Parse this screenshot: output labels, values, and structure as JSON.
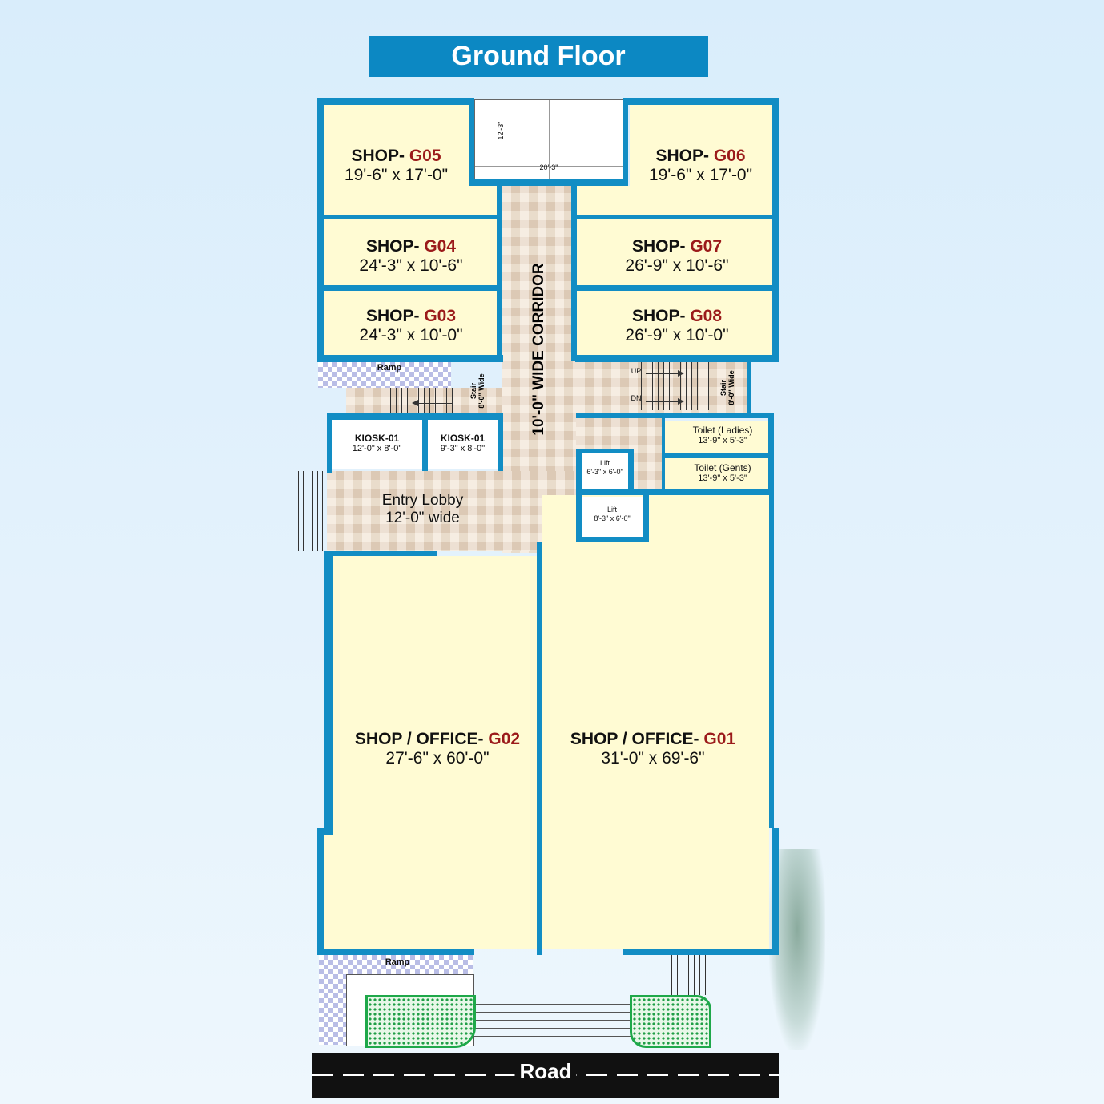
{
  "title": "Ground Floor",
  "rooms": {
    "g05": {
      "prefix": "SHOP- ",
      "code": "G05",
      "dim": "19'-6\" x 17'-0\""
    },
    "g06": {
      "prefix": "SHOP- ",
      "code": "G06",
      "dim": "19'-6\" x 17'-0\""
    },
    "g04": {
      "prefix": "SHOP- ",
      "code": "G04",
      "dim": "24'-3\" x 10'-6\""
    },
    "g07": {
      "prefix": "SHOP- ",
      "code": "G07",
      "dim": "26'-9\" x 10'-6\""
    },
    "g03": {
      "prefix": "SHOP- ",
      "code": "G03",
      "dim": "24'-3\" x 10'-0\""
    },
    "g08": {
      "prefix": "SHOP- ",
      "code": "G08",
      "dim": "26'-9\" x 10'-0\""
    },
    "g02": {
      "prefix": "SHOP / OFFICE- ",
      "code": "G02",
      "dim": "27'-6\" x 60'-0\""
    },
    "g01": {
      "prefix": "SHOP / OFFICE- ",
      "code": "G01",
      "dim": "31'-0\" x 69'-6\""
    }
  },
  "kiosks": [
    {
      "name": "KIOSK-01",
      "dim": "12'-0\" x 8'-0\""
    },
    {
      "name": "KIOSK-01",
      "dim": "9'-3\" x 8'-0\""
    }
  ],
  "corridor": "10'-0\" WIDE CORRIDOR",
  "lobby": {
    "name": "Entry Lobby",
    "width": "12'-0\" wide"
  },
  "toilets": [
    {
      "name": "Toilet (Ladies)",
      "dim": "13'-9\" x 5'-3\""
    },
    {
      "name": "Toilet (Gents)",
      "dim": "13'-9\" x 5'-3\""
    }
  ],
  "lifts": [
    {
      "name": "Lift",
      "dim": "6'-3\" x 6'-0\""
    },
    {
      "name": "Lift",
      "dim": "8'-3\" x 6'-0\""
    }
  ],
  "stairs": {
    "left": "Stair\n8'-0\" Wide",
    "right": "Stair\n8'-0\" Wide",
    "up": "UP",
    "dn": "DN"
  },
  "ramps": {
    "top": "Ramp",
    "bottom": "Ramp"
  },
  "cutout": {
    "w": "20'-3\"",
    "h": "12'-3\""
  },
  "road": "Road"
}
